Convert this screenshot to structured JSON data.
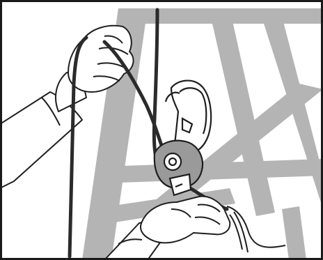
{
  "illustration": {
    "colors": {
      "background": "#ffffff",
      "frame": "#1a1a1a",
      "structure": "#b4b4b4",
      "rope": "#2b2b2b",
      "line": "#1e1e1e",
      "skin": "#ffffff"
    },
    "icons": [
      "lattice-structure",
      "descender-device",
      "carabiner",
      "rope",
      "left-hand",
      "right-hand"
    ]
  }
}
